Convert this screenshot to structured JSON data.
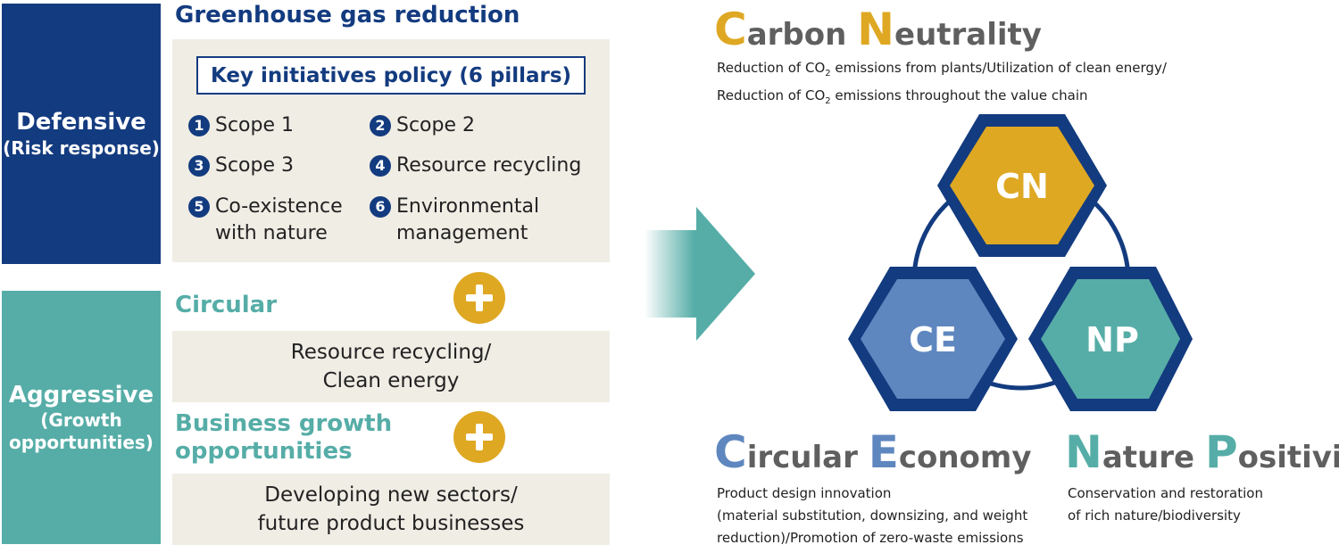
{
  "left": {
    "defensive": {
      "title": "Defensive",
      "subtitle": "(Risk response)"
    },
    "aggressive": {
      "title": "Aggressive",
      "subtitle_1": "(Growth",
      "subtitle_2": "opportunities)"
    },
    "ghg": {
      "title": "Greenhouse gas reduction",
      "pillars_title": "Key initiatives policy (6 pillars)",
      "pillars": [
        {
          "num": "1",
          "line1": "Scope 1",
          "line2": ""
        },
        {
          "num": "2",
          "line1": "Scope 2",
          "line2": ""
        },
        {
          "num": "3",
          "line1": "Scope 3",
          "line2": ""
        },
        {
          "num": "4",
          "line1": "Resource recycling",
          "line2": ""
        },
        {
          "num": "5",
          "line1": "Co-existence",
          "line2": "with nature"
        },
        {
          "num": "6",
          "line1": "Environmental",
          "line2": "management"
        }
      ]
    },
    "circular": {
      "title": "Circular",
      "line1": "Resource recycling/",
      "line2": "Clean energy"
    },
    "business": {
      "title_1": "Business growth",
      "title_2": "opportunities",
      "line1": "Developing new sectors/",
      "line2": "future product businesses"
    }
  },
  "right": {
    "cn": {
      "cap1": "C",
      "rest1": "arbon ",
      "cap2": "N",
      "rest2": "eutrality",
      "desc1_a": "Reduction of CO",
      "desc1_sub": "2",
      "desc1_b": " emissions from plants/Utilization of clean energy/",
      "desc2_a": "Reduction of CO",
      "desc2_sub": "2",
      "desc2_b": " emissions throughout the value chain"
    },
    "ce": {
      "cap1": "C",
      "rest1": "ircular ",
      "cap2": "E",
      "rest2": "conomy",
      "desc1": "Product design innovation",
      "desc2": "(material substitution, downsizing, and weight",
      "desc3": "reduction)/Promotion of zero-waste emissions"
    },
    "np": {
      "cap1": "N",
      "rest1": "ature ",
      "cap2": "P",
      "rest2": "ositivity",
      "desc1": "Conservation and restoration",
      "desc2": "of rich nature/biodiversity"
    },
    "hexagons": {
      "cn": "CN",
      "ce": "CE",
      "np": "NP"
    }
  },
  "colors": {
    "navy": "#133b7f",
    "teal": "#56ada7",
    "gold": "#dfa823",
    "blue": "#5f87bf",
    "beige": "#f0ede5"
  }
}
